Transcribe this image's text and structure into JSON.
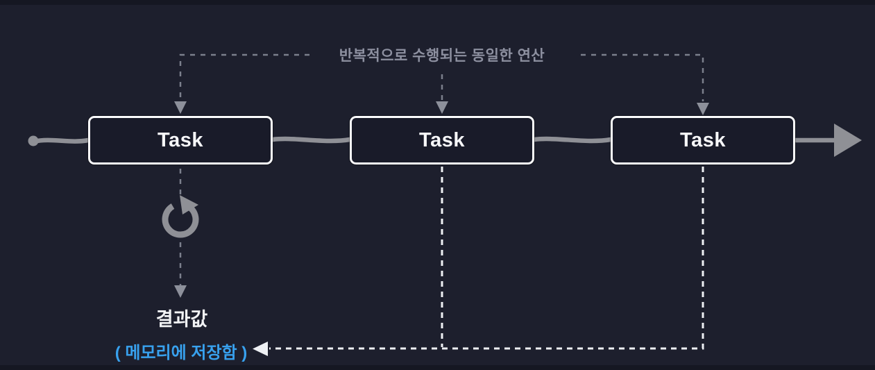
{
  "colors": {
    "background": "#1d1f2d",
    "edge_band": "#151722",
    "box_bg": "#191b29",
    "box_border": "#fbfbfd",
    "task_text": "#f7f8fa",
    "gray_line": "#8f9096",
    "gray_dash": "#7b7f8c",
    "gray_arrow": "#8d909b",
    "white_dash": "#eef0f4",
    "label_gray": "#8d90a0",
    "result_white": "#f2f3f5",
    "memory_blue": "#38a1ee"
  },
  "diagram": {
    "top_label": "반복적으로 수행되는 동일한 연산",
    "tasks": [
      {
        "label": "Task"
      },
      {
        "label": "Task"
      },
      {
        "label": "Task"
      }
    ],
    "loop_icon": "rotate-clockwise-icon",
    "result_label": "결과값",
    "memory_label": "( 메모리에 저장함 )"
  }
}
